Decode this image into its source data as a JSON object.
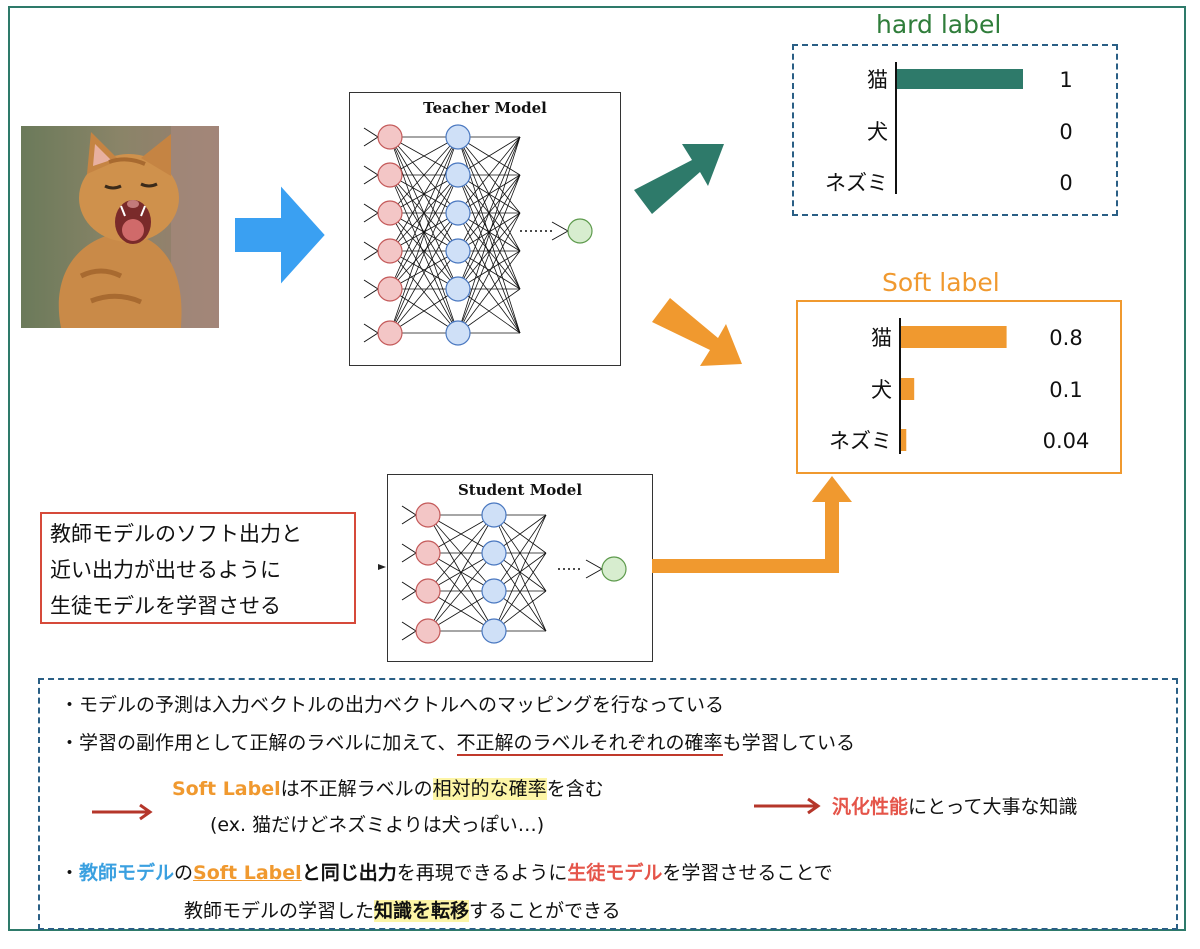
{
  "teacher": {
    "title": "Teacher Model"
  },
  "student": {
    "title": "Student Model"
  },
  "hard": {
    "title": "hard label",
    "rows": [
      {
        "label": "猫",
        "value": "1",
        "fraction": 1.0
      },
      {
        "label": "犬",
        "value": "0",
        "fraction": 0.0
      },
      {
        "label": "ネズミ",
        "value": "0",
        "fraction": 0.0
      }
    ]
  },
  "soft": {
    "title": "Soft label",
    "rows": [
      {
        "label": "猫",
        "value": "0.8",
        "fraction": 0.8
      },
      {
        "label": "犬",
        "value": "0.1",
        "fraction": 0.1
      },
      {
        "label": "ネズミ",
        "value": "0.04",
        "fraction": 0.04
      }
    ]
  },
  "note": {
    "line1": "教師モデルのソフト出力と",
    "line2": "近い出力が出せるように",
    "line3": "生徒モデルを学習させる"
  },
  "summary": {
    "line1": "・モデルの予測は入力ベクトルの出力ベクトルへのマッピングを行なっている",
    "line2a": "・学習の副作用として正解のラベルに加えて、",
    "line2b": "不正解のラベルそれぞれの確率",
    "line2c": "も学習している",
    "line3a": "Soft Label",
    "line3b": "は不正解ラベルの",
    "line3c": "相対的な確率",
    "line3d": "を含む",
    "line3e": "汎化性能",
    "line3f": "にとって大事な知識",
    "line4": "(ex. 猫だけどネズミよりは犬っぽい…)",
    "line5a": "・",
    "line5b": "教師モデル",
    "line5c": "の",
    "line5d": "Soft Label",
    "line5e": "と同じ出力",
    "line5f": "を再現できるように",
    "line5g": "生徒モデル",
    "line5h": "を学習させることで",
    "line6a": "教師モデルの学習した",
    "line6b": "知識を転移",
    "line6c": "することができる"
  },
  "colors": {
    "teal": "#2e7a6a",
    "orange": "#f0992f",
    "blue_arrow": "#3aa0f2",
    "red": "#e5554a",
    "dark_red": "#b5362a"
  }
}
